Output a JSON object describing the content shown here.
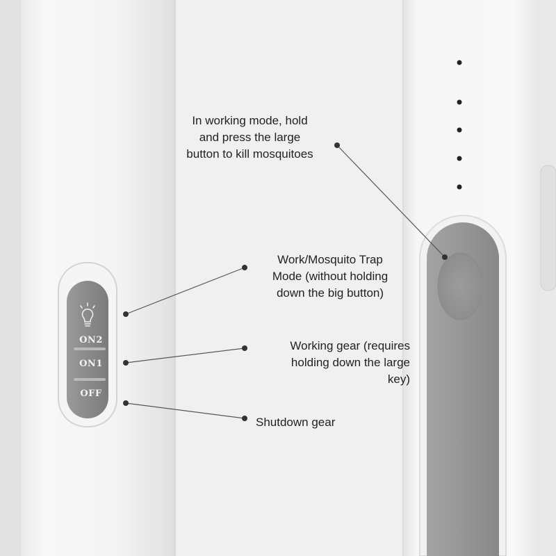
{
  "callouts": [
    {
      "lines": [
        "In working mode, hold",
        "and press the large",
        "button to kill mosquitoes"
      ]
    },
    {
      "lines": [
        "Work/Mosquito Trap",
        "Mode (without holding",
        "down the big button)"
      ]
    },
    {
      "lines": [
        "Working gear (requires",
        "holding down the large",
        "key)"
      ]
    },
    {
      "lines": [
        "Shutdown gear"
      ]
    }
  ],
  "switch": {
    "icon": "bulb-icon",
    "labels": [
      "ON2",
      "ON1",
      "OFF"
    ]
  },
  "colors": {
    "background": "#ededed",
    "device_body": "#f7f7f7",
    "switch_gray": "#8e8e8e",
    "button_gray": "#9a9a9a",
    "leader_line": "#555555"
  }
}
